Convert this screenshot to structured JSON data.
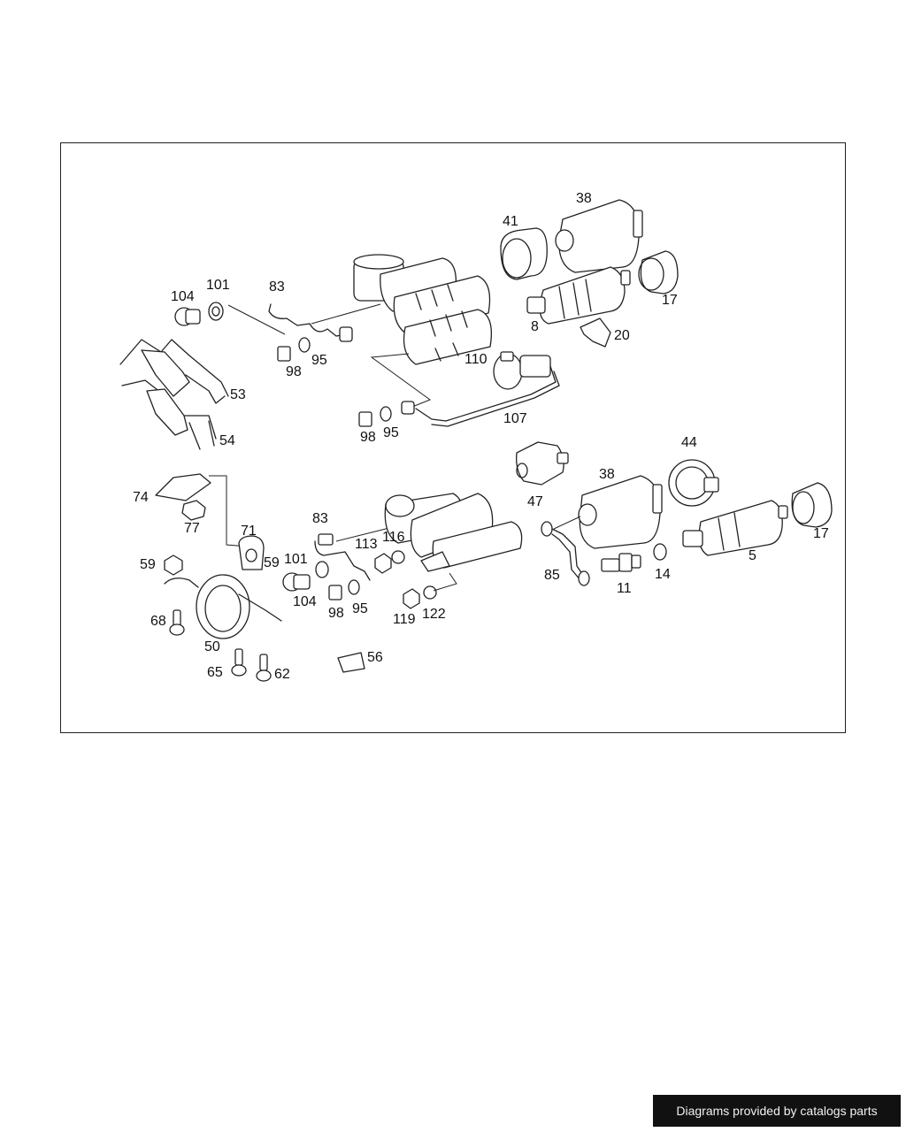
{
  "diagram": {
    "part_labels": {
      "p104a": "104",
      "p101a": "101",
      "p83a": "83",
      "p98a": "98",
      "p95a": "95",
      "p41": "41",
      "p38a": "38",
      "p17a": "17",
      "p8": "8",
      "p20": "20",
      "p110": "110",
      "p107": "107",
      "p98b": "98",
      "p95b": "95",
      "p53": "53",
      "p54": "54",
      "p74": "74",
      "p77": "77",
      "p71": "71",
      "p59a": "59",
      "p59b": "59",
      "p68": "68",
      "p50": "50",
      "p65": "65",
      "p62": "62",
      "p56": "56",
      "p83b": "83",
      "p101b": "101",
      "p104b": "104",
      "p98c": "98",
      "p95c": "95",
      "p113": "113",
      "p116": "116",
      "p119": "119",
      "p122": "122",
      "p47": "47",
      "p44": "44",
      "p38b": "38",
      "p85": "85",
      "p11": "11",
      "p14": "14",
      "p5": "5",
      "p17b": "17"
    }
  },
  "footer": {
    "credit": "Diagrams provided by catalogs parts"
  }
}
